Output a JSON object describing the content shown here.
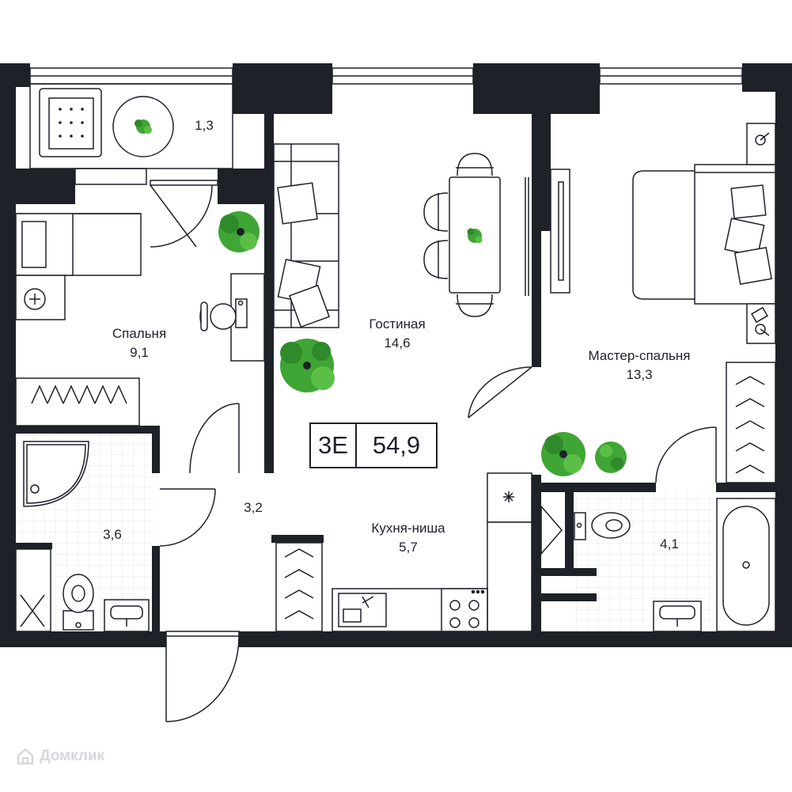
{
  "rooms": [
    {
      "id": "balcony",
      "name": "",
      "area": "1,3"
    },
    {
      "id": "bedroom",
      "name": "Спальня",
      "area": "9,1"
    },
    {
      "id": "living",
      "name": "Гостиная",
      "area": "14,6"
    },
    {
      "id": "master",
      "name": "Мастер-спальня",
      "area": "13,3"
    },
    {
      "id": "hall",
      "name": "",
      "area": "3,2"
    },
    {
      "id": "bath1",
      "name": "",
      "area": "3,6"
    },
    {
      "id": "kitchen",
      "name": "Кухня-ниша",
      "area": "5,7"
    },
    {
      "id": "bath2",
      "name": "",
      "area": "4,1"
    }
  ],
  "apartment": {
    "type": "3E",
    "total_area": "54,9"
  },
  "watermark": "Домклик",
  "colors": {
    "wall": "#1e2128",
    "plant": "#3fa535",
    "tile_grid": "#e6e7ea",
    "watermark": "#d7d8dc"
  }
}
